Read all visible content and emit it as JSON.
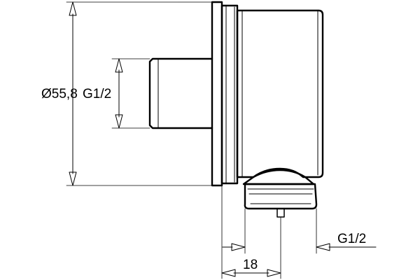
{
  "dimensions": {
    "outer_diameter": "Ø55,8",
    "inlet_thread": "G1/2",
    "outlet_thread": "G1/2",
    "outlet_length": "18"
  }
}
